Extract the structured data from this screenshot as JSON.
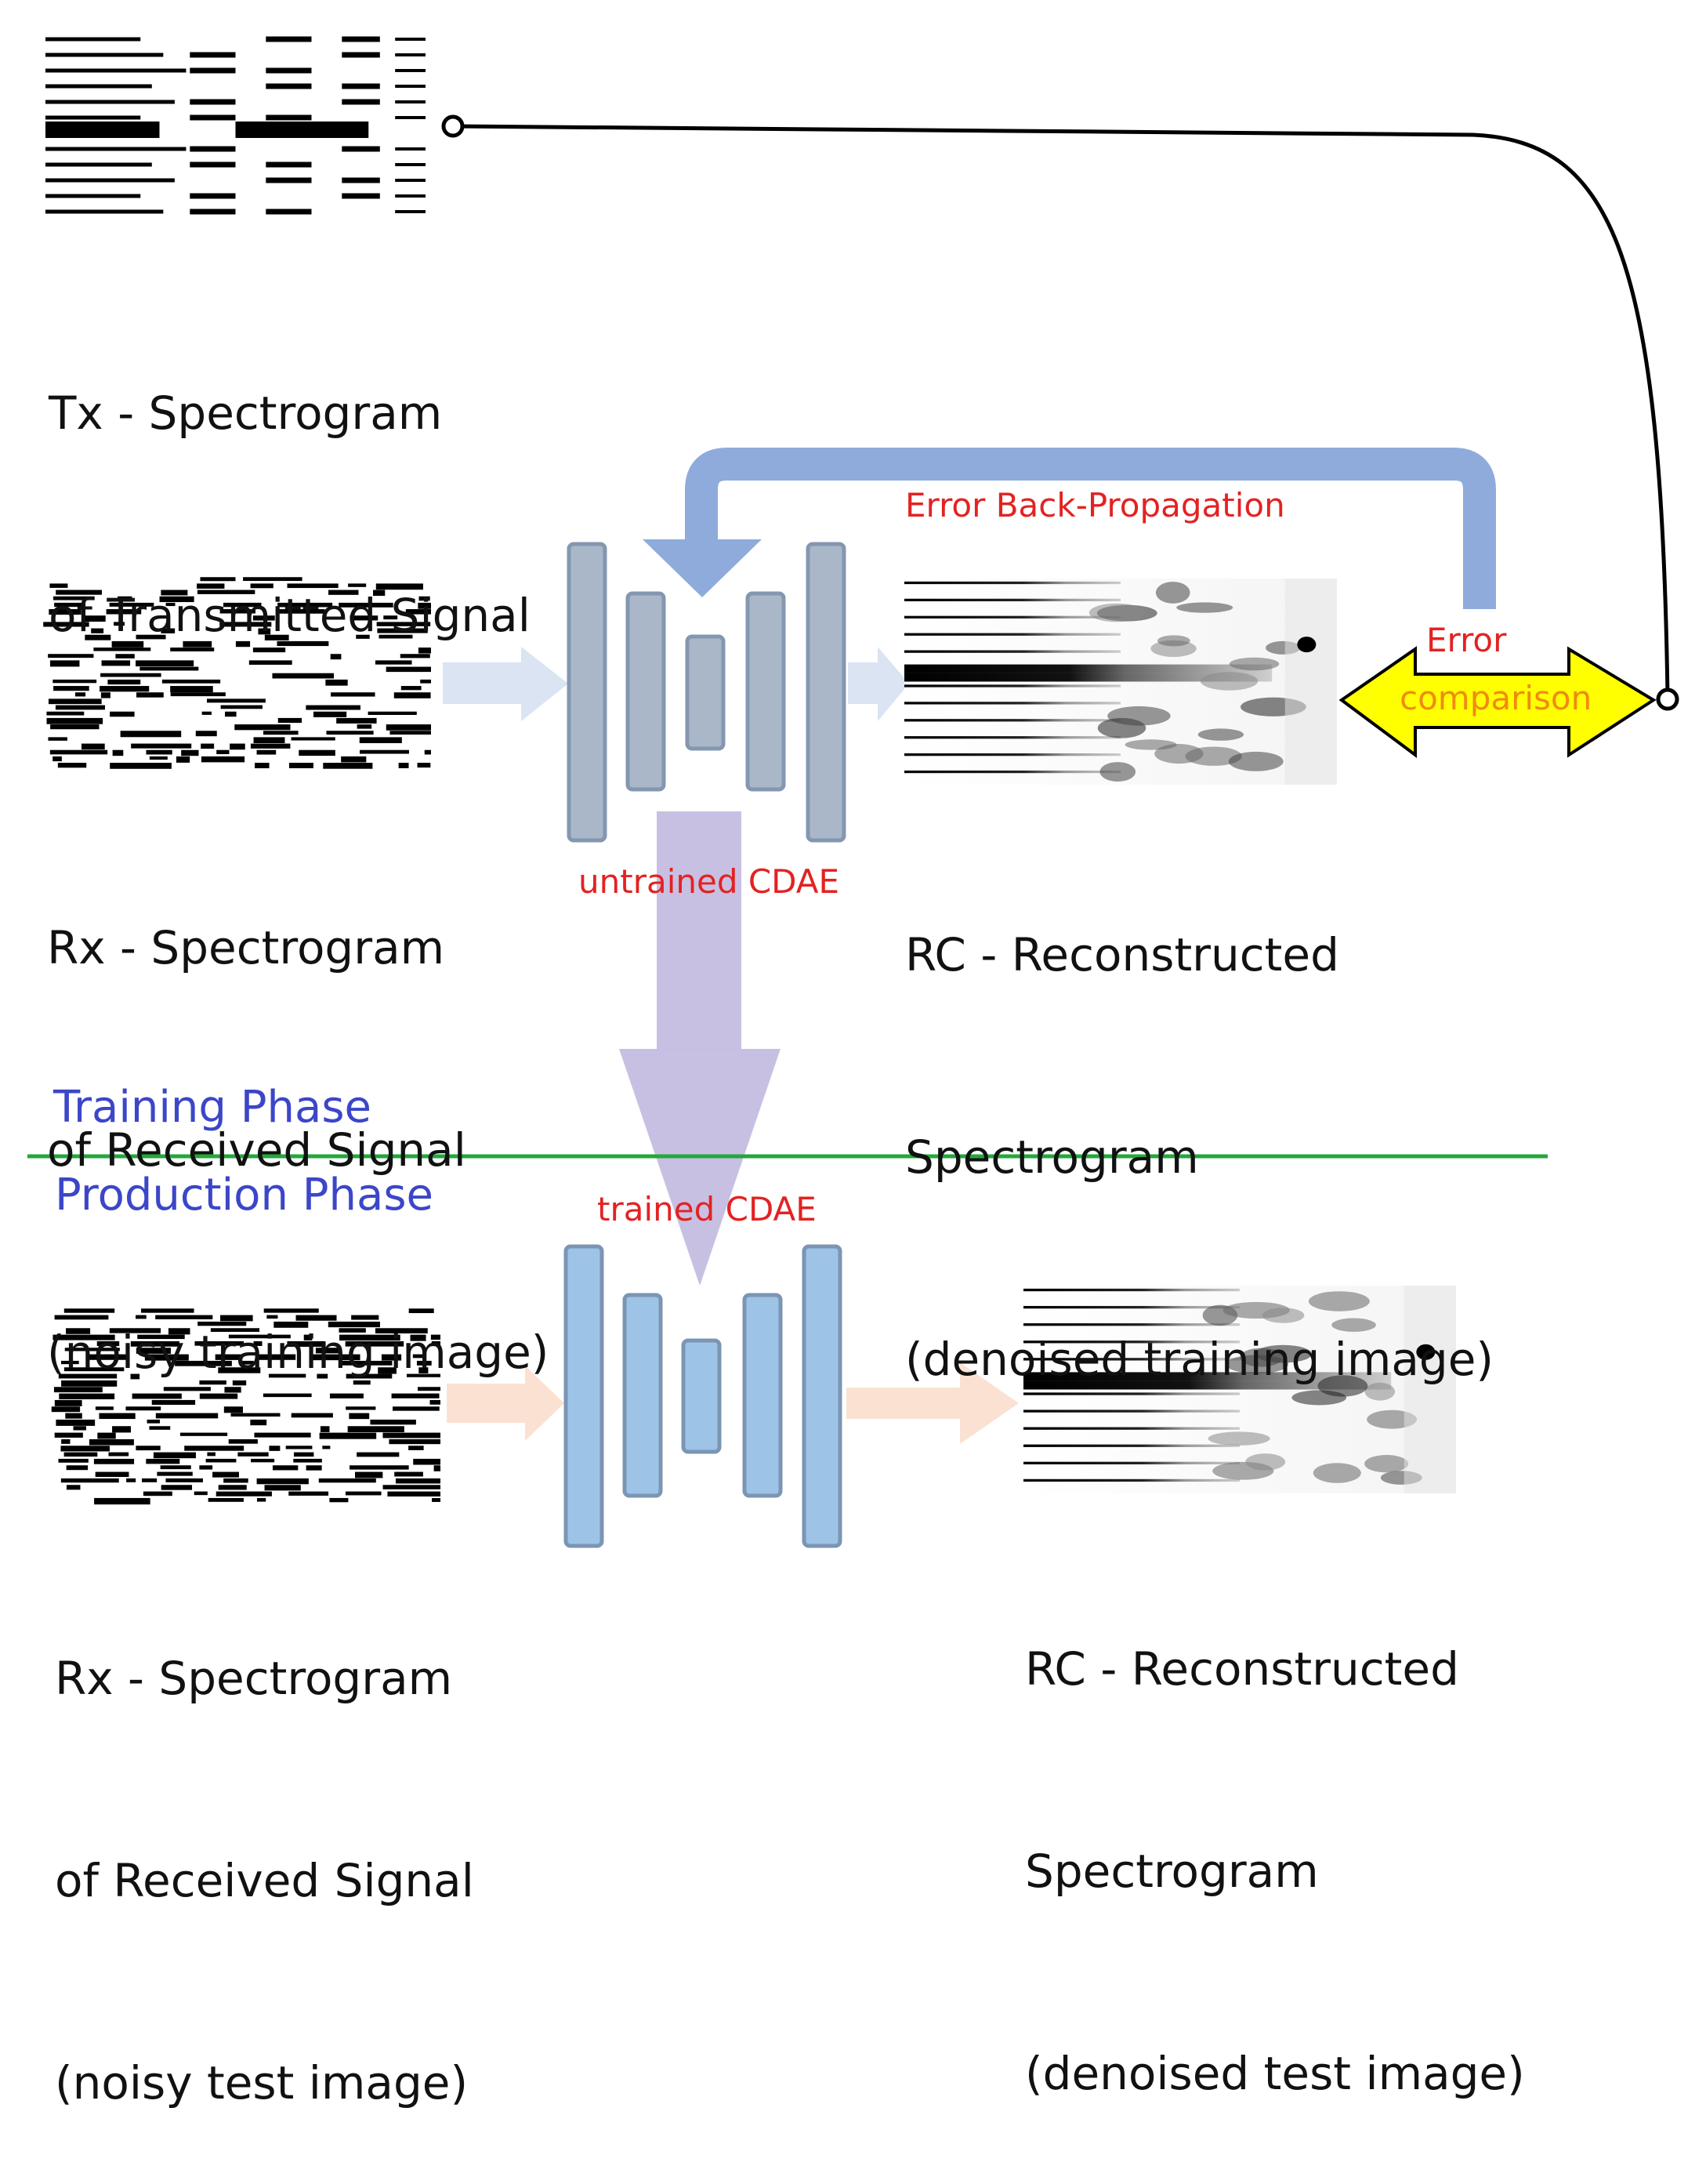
{
  "tx": {
    "line1": "Tx - Spectrogram",
    "line2": "of Transmitted Signal"
  },
  "rx_train": {
    "line1": "Rx - Spectrogram",
    "line2": "of Received Signal",
    "line3": "(noisy training image)"
  },
  "rc_train": {
    "line1": "RC - Reconstructed",
    "line2": "Spectrogram",
    "line3": "(denoised training image)"
  },
  "rx_test": {
    "line1": "Rx - Spectrogram",
    "line2": "of Received Signal",
    "line3": "(noisy test image)"
  },
  "rc_test": {
    "line1": "RC - Reconstructed",
    "line2": "Spectrogram",
    "line3": "(denoised test image)"
  },
  "labels": {
    "backprop": "Error Back-Propagation",
    "error": "Error",
    "comparison": "comparison",
    "untrained": "untrained CDAE",
    "trained": "trained CDAE",
    "training_phase": "Training Phase",
    "production_phase": "Production Phase"
  },
  "colors": {
    "phase_text": "#3c46c8",
    "phase_divider": "#22a83a",
    "backprop_arrow": "#8fabdc",
    "untrained_cdae": "#a9b7c8",
    "trained_cdae": "#9dc3e6",
    "transfer_arrow": "#c5bde2",
    "comparison_arrow": "#ffff00",
    "label_red": "#e32222",
    "label_orange": "#f08a12"
  }
}
